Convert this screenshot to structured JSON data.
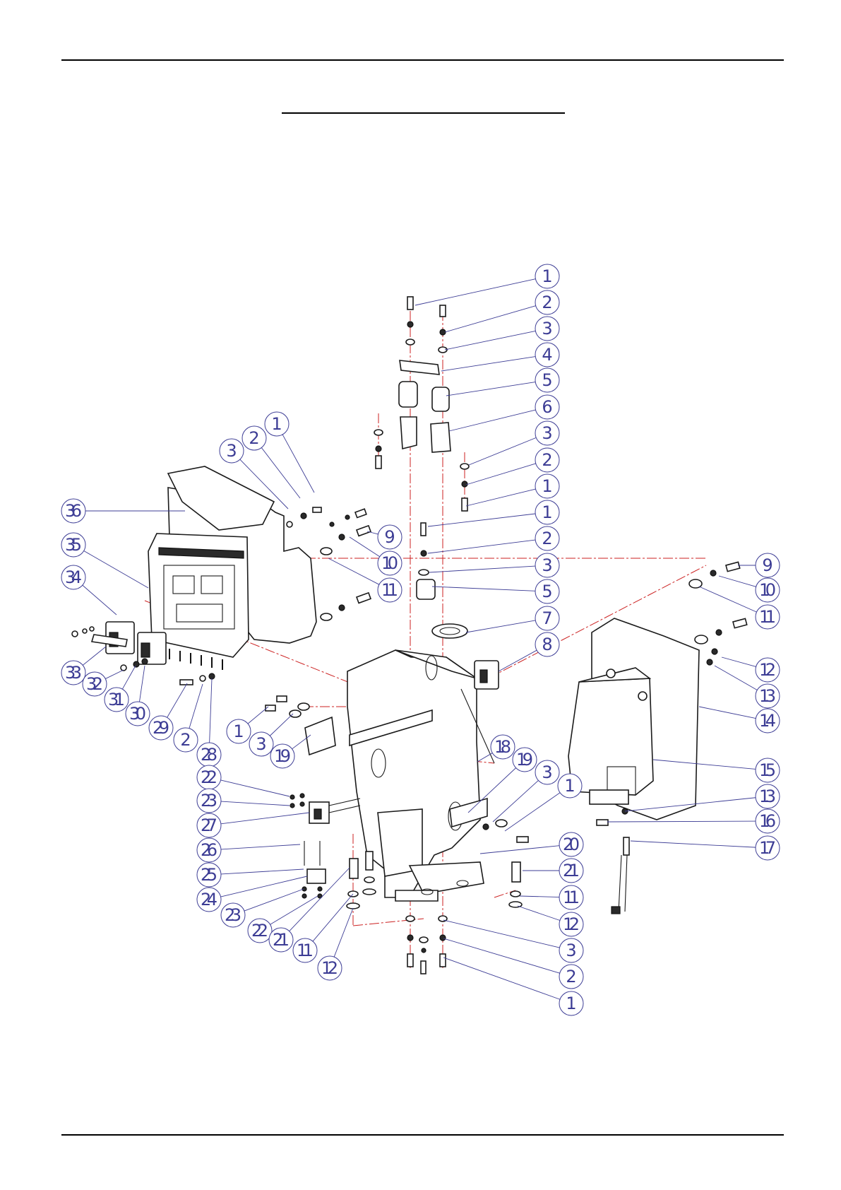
{
  "callouts": [
    {
      "label": "1"
    },
    {
      "label": "2"
    },
    {
      "label": "3"
    },
    {
      "label": "4"
    },
    {
      "label": "5"
    },
    {
      "label": "6"
    },
    {
      "label": "3"
    },
    {
      "label": "2"
    },
    {
      "label": "1"
    },
    {
      "label": "1"
    },
    {
      "label": "2"
    },
    {
      "label": "3"
    },
    {
      "label": "5"
    },
    {
      "label": "7"
    },
    {
      "label": "8"
    },
    {
      "label": "9"
    },
    {
      "label": "10"
    },
    {
      "label": "11"
    },
    {
      "label": "9"
    },
    {
      "label": "10"
    },
    {
      "label": "11"
    },
    {
      "label": "12"
    },
    {
      "label": "13"
    },
    {
      "label": "14"
    },
    {
      "label": "15"
    },
    {
      "label": "13"
    },
    {
      "label": "16"
    },
    {
      "label": "17"
    },
    {
      "label": "1"
    },
    {
      "label": "2"
    },
    {
      "label": "3"
    },
    {
      "label": "36"
    },
    {
      "label": "35"
    },
    {
      "label": "34"
    },
    {
      "label": "33"
    },
    {
      "label": "32"
    },
    {
      "label": "31"
    },
    {
      "label": "30"
    },
    {
      "label": "29"
    },
    {
      "label": "2"
    },
    {
      "label": "28"
    },
    {
      "label": "1"
    },
    {
      "label": "3"
    },
    {
      "label": "19"
    },
    {
      "label": "22"
    },
    {
      "label": "23"
    },
    {
      "label": "27"
    },
    {
      "label": "26"
    },
    {
      "label": "25"
    },
    {
      "label": "24"
    },
    {
      "label": "23"
    },
    {
      "label": "22"
    },
    {
      "label": "21"
    },
    {
      "label": "11"
    },
    {
      "label": "12"
    },
    {
      "label": "18"
    },
    {
      "label": "19"
    },
    {
      "label": "3"
    },
    {
      "label": "1"
    },
    {
      "label": "20"
    },
    {
      "label": "21"
    },
    {
      "label": "11"
    },
    {
      "label": "12"
    },
    {
      "label": "3"
    },
    {
      "label": "2"
    },
    {
      "label": "1"
    }
  ]
}
